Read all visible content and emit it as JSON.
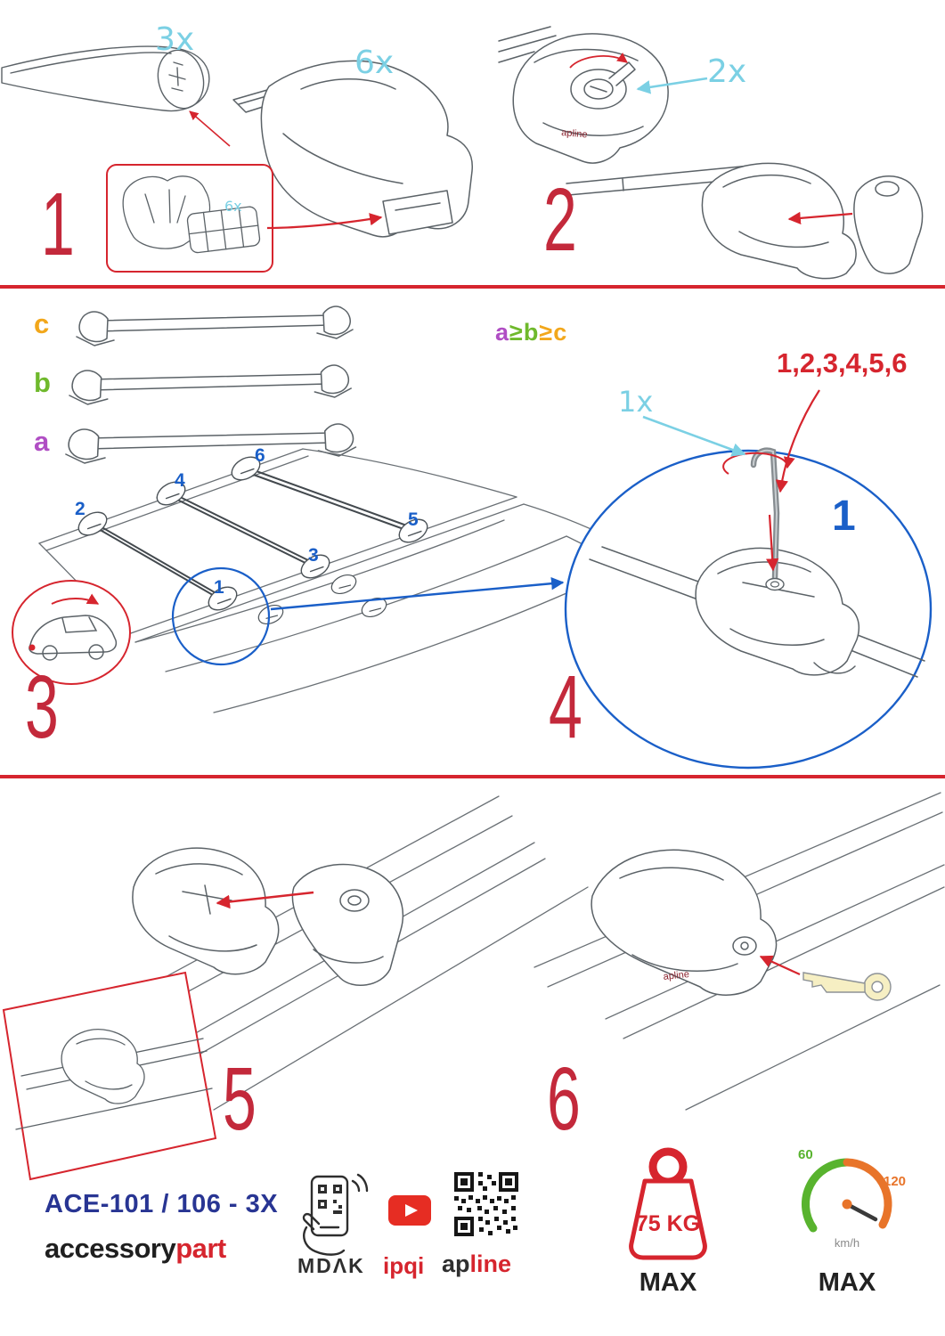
{
  "colors": {
    "accent_red": "#d6252e",
    "step_number_red": "#c3293b",
    "label_cyan": "#7bd0e4",
    "position_blue": "#1a5fc8",
    "model_navy": "#283593",
    "bar_a_purple": "#b04ec4",
    "bar_b_green": "#6fb92c",
    "bar_c_orange": "#f2a71b",
    "speed_green": "#58b32e",
    "speed_orange": "#e8742a",
    "youtube_red": "#e62d23"
  },
  "steps": {
    "foot_logo": "apline",
    "s1": {
      "num": "1",
      "bar_qty": "3x",
      "foot_qty": "6x",
      "pad_qty": "6x"
    },
    "s2": {
      "num": "2",
      "key_qty": "2x"
    },
    "s3": {
      "num": "3",
      "label_a": "a",
      "label_b": "b",
      "label_c": "c",
      "rule": {
        "a": "a",
        "ge1": "≥",
        "b": "b",
        "ge2": "≥",
        "c": "c"
      },
      "positions": [
        "1",
        "2",
        "3",
        "4",
        "5",
        "6"
      ]
    },
    "s4": {
      "num": "4",
      "tool_qty": "1x",
      "order": "1,2,3,4,5,6",
      "first": "1"
    },
    "s5": {
      "num": "5"
    },
    "s6": {
      "num": "6"
    }
  },
  "footer": {
    "model": "ACE-101 / 106 - 3X",
    "brand_black": "accessory",
    "brand_red": "part",
    "mdak": "MDΛK",
    "ipqi": "ipqi",
    "ap": "ap",
    "line": "line",
    "weight_value": "75 KG",
    "weight_max": "MAX",
    "speed_low": "60",
    "speed_high": "120",
    "speed_unit": "km/h",
    "speed_max": "MAX"
  }
}
